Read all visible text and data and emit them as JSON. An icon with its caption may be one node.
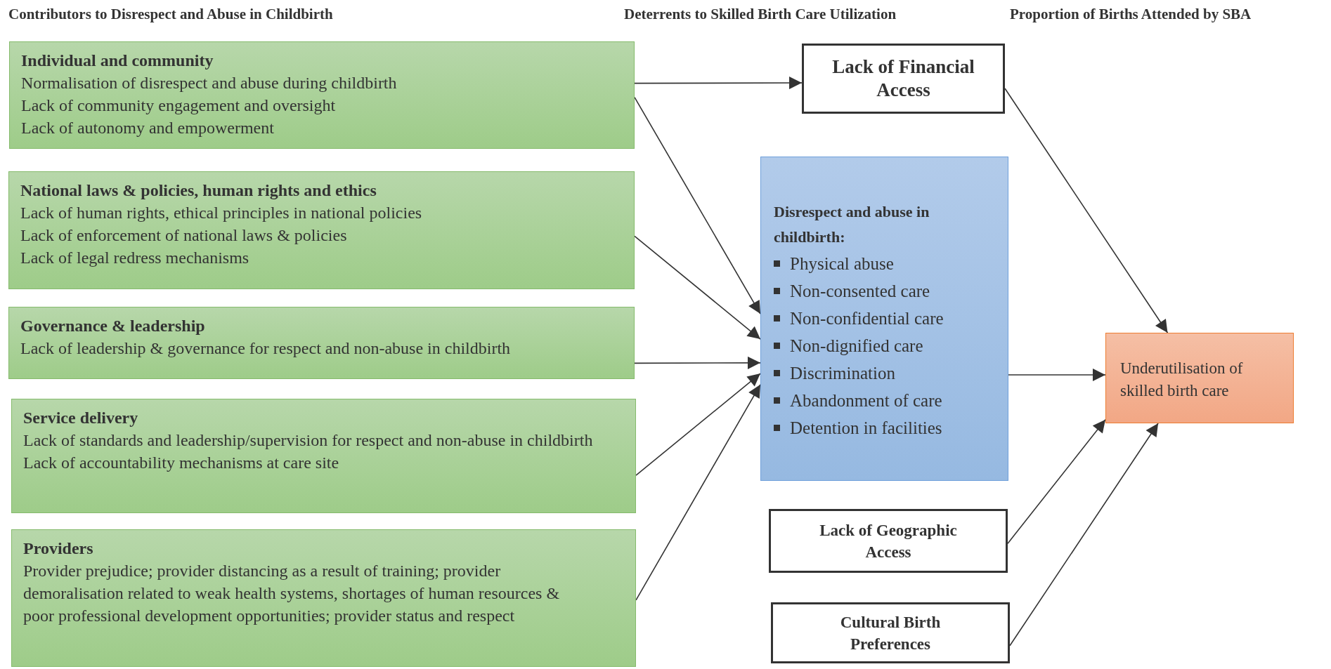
{
  "diagram": {
    "nodes": [
      {
        "text": [
          "Individual and community",
          "Normalisation of disrespect and abuse during childbirth",
          "Lack of community engagement and oversight",
          "Lack of autonomy and empowerment"
        ]
      },
      {
        "text": [
          "National laws & policies, human rights and ethics",
          "Lack of human rights, ethical principles in national policies",
          "Lack of enforcement of national laws & policies",
          "Lack of legal redress mechanisms"
        ]
      },
      {
        "text": [
          "Governance & leadership",
          "Lack of leadership & governance for respect and non-abuse in childbirth"
        ]
      },
      {
        "text": [
          "Service delivery",
          "Lack of standards and leadership/supervision for respect and non-abuse in childbirth",
          "Lack of accountability mechanisms at care site"
        ]
      },
      {
        "text": [
          "Providers",
          "Provider prejudice; provider distancing as a result of training; provider demoralisation related to weak health systems, shortages of human resources & poor professional development opportunities; provider status and respect"
        ]
      },
      {
        "text": [
          "Lack of Financial Access"
        ]
      },
      {
        "text": [
          "Disrespect and abuse in childbirth:",
          "Physical abuse",
          "Non-consented care",
          "Non-confidential care",
          "Non-dignified care",
          "Discrimination",
          "Abandonment of care",
          "Detention in facilities"
        ]
      },
      {
        "text": [
          "Lack of Geographic Access"
        ]
      },
      {
        "text": [
          "Cultural Birth Preferences"
        ]
      },
      {
        "text": [
          "Underutilisation of skilled birth care"
        ]
      }
    ],
    "edges": [
      {
        "from": 0,
        "to": 5,
        "arrow": "to"
      },
      {
        "from": 0,
        "to": 6,
        "arrow": "to"
      },
      {
        "from": 1,
        "to": 6,
        "arrow": "to"
      },
      {
        "from": 2,
        "to": 6,
        "arrow": "to"
      },
      {
        "from": 3,
        "to": 6,
        "arrow": "to"
      },
      {
        "from": 4,
        "to": 6,
        "arrow": "to"
      },
      {
        "from": 5,
        "to": 9,
        "arrow": "to"
      },
      {
        "from": 6,
        "to": 9,
        "arrow": "to"
      },
      {
        "from": 7,
        "to": 9,
        "arrow": "to"
      },
      {
        "from": 8,
        "to": 9,
        "arrow": "to"
      }
    ],
    "labels": [
      "Contributors to Disrespect and Abuse in Childbirth",
      "Deterrents to Skilled Birth Care Utilization",
      "Proportion of Births Attended by SBA"
    ]
  }
}
